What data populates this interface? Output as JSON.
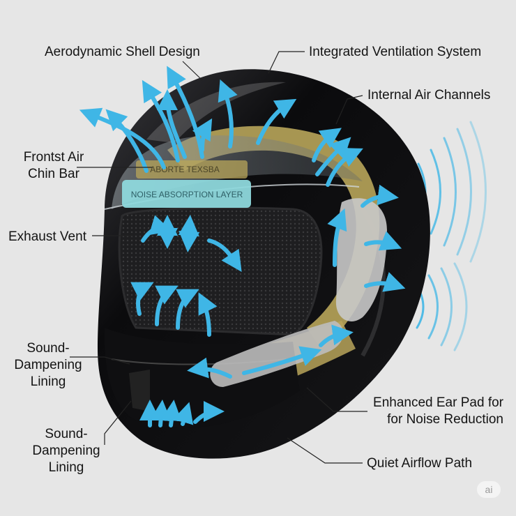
{
  "labels": {
    "aerodynamic_shell": "Aerodynamic Shell Design",
    "integrated_ventilation": "Integrated Ventilation System",
    "internal_air_channels": "Internal Air Channels",
    "front_air_chin_bar": "Frontst Air\nChin Bar",
    "exhaust_vent": "Exhaust Vent",
    "sound_dampening_1": "Sound-\nDampening\nLining",
    "sound_dampening_2": "Sound-\nDampening\nLining",
    "enhanced_ear_pad": "Enhanced Ear Pad for\nfor Noise Reduction",
    "quiet_airflow": "Quiet Airflow Path"
  },
  "visor_text": {
    "noise_layer": "NOISE ABSORPTION LAYER",
    "garbled": "ABORTE   TEXSBA"
  },
  "badge": "ai",
  "colors": {
    "background": "#e6e6e6",
    "shell": "#0d0d0f",
    "airflow": "#3fb6e6",
    "gold_layer": "#b8a55a",
    "noise_layer": "#8ed8dc",
    "ear_pad": "#c9c9c9"
  },
  "icons": [
    "airflow-arrow-icon",
    "sound-wave-icon"
  ]
}
